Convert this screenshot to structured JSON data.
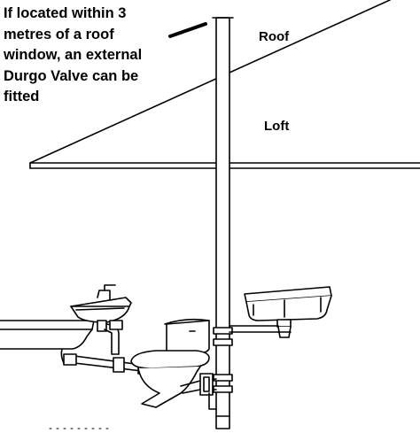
{
  "diagram": {
    "note": "If located within 3\nmetres of a roof\nwindow, an external\nDurgo Valve can be\nfitted",
    "roof_label": "Roof",
    "loft_label": "Loft",
    "stroke_color": "#000000",
    "fill_color": "#ffffff"
  }
}
